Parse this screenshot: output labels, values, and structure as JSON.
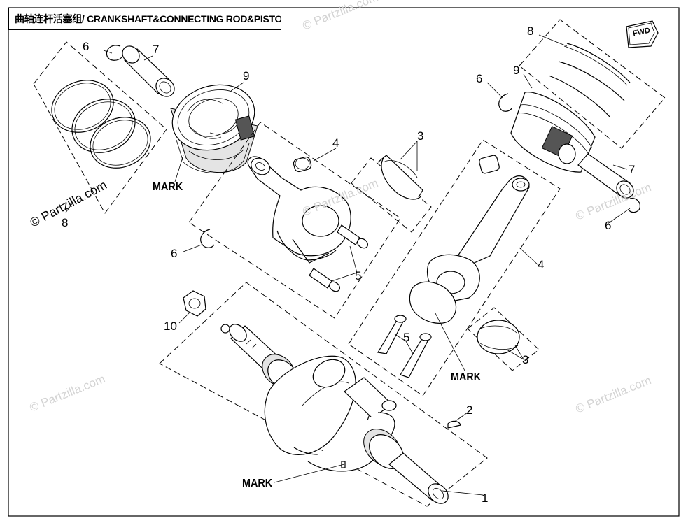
{
  "title": "曲轴连杆活塞组/ CRANKSHAFT&CONNECTING ROD&PISTON ASSY",
  "fwd_label": "FWD",
  "mark_label": "MARK",
  "watermark_text": "© Partzilla.com",
  "callouts": {
    "c1": "1",
    "c2": "2",
    "c3_right": "3",
    "c3_left": "3",
    "c4_left": "4",
    "c4_right": "4",
    "c5_left": "5",
    "c5_right": "5",
    "c6_top_left": "6",
    "c6_mid_left": "6",
    "c6_top_right": "6",
    "c6_right": "6",
    "c7_left": "7",
    "c7_right": "7",
    "c8_left": "8",
    "c8_right": "8",
    "c9_left": "9",
    "c9_right": "9",
    "c10": "10"
  }
}
